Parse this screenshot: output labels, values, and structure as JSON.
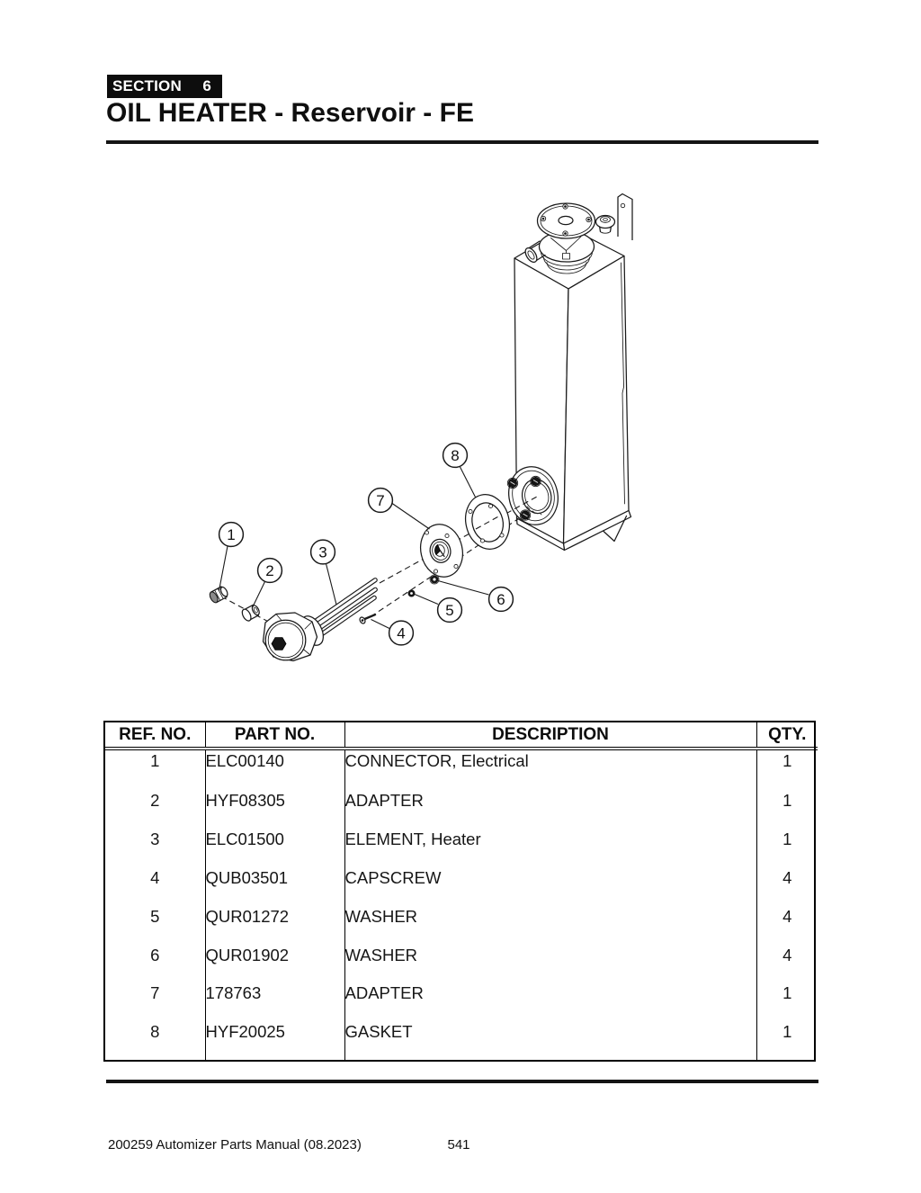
{
  "page": {
    "section_label": "SECTION",
    "section_number": "6",
    "title": "OIL HEATER - Reservoir - FE",
    "footer_left": "200259 Automizer Parts Manual (08.2023)",
    "page_number": "541"
  },
  "colors": {
    "ink": "#1a1a1a",
    "badge_bg": "#0d0d0d",
    "paper": "#ffffff"
  },
  "diagram": {
    "callouts": [
      {
        "label": "1"
      },
      {
        "label": "2"
      },
      {
        "label": "3"
      },
      {
        "label": "4"
      },
      {
        "label": "5"
      },
      {
        "label": "6"
      },
      {
        "label": "7"
      },
      {
        "label": "8"
      }
    ]
  },
  "table": {
    "headers": [
      "REF. NO.",
      "PART NO.",
      "DESCRIPTION",
      "QTY."
    ],
    "rows": [
      [
        "1",
        "ELC00140",
        "CONNECTOR, Electrical",
        "1"
      ],
      [
        "2",
        "HYF08305",
        "ADAPTER",
        "1"
      ],
      [
        "3",
        "ELC01500",
        "ELEMENT, Heater",
        "1"
      ],
      [
        "4",
        "QUB03501",
        "CAPSCREW",
        "4"
      ],
      [
        "5",
        "QUR01272",
        "WASHER",
        "4"
      ],
      [
        "6",
        "QUR01902",
        "WASHER",
        "4"
      ],
      [
        "7",
        "178763",
        "ADAPTER",
        "1"
      ],
      [
        "8",
        "HYF20025",
        "GASKET",
        "1"
      ]
    ]
  }
}
